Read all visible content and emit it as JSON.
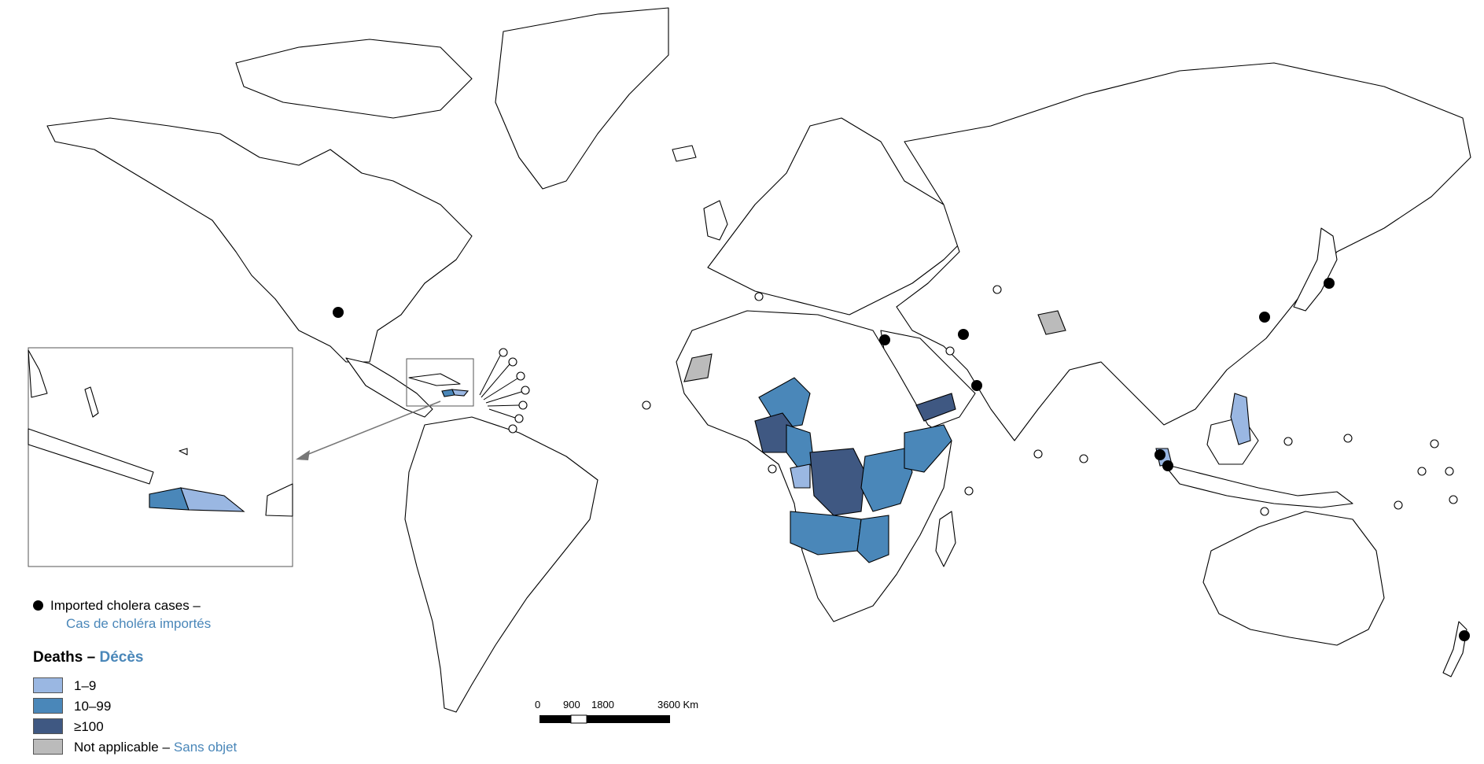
{
  "legend": {
    "imported_cases": "Imported cholera cases –",
    "imported_cases_fr": "Cas de choléra importés",
    "deaths_title": "Deaths –",
    "deaths_title_fr": "Décès",
    "classes": [
      {
        "label": "1–9",
        "label_fr": "",
        "color": "#9ab7e2"
      },
      {
        "label": "10–99",
        "label_fr": "",
        "color": "#4a87b9"
      },
      {
        "label": "≥100",
        "label_fr": "",
        "color": "#3f5882"
      },
      {
        "label": "Not applicable –",
        "label_fr": "Sans objet",
        "color": "#bbbbbb"
      }
    ]
  },
  "scale_bar": {
    "ticks": [
      "0",
      "900",
      "1800",
      "3600 Km"
    ]
  },
  "colors": {
    "deaths_1_9": "#9ab7e2",
    "deaths_10_99": "#4a87b9",
    "deaths_100_plus": "#3f5882",
    "not_applicable": "#bbbbbb",
    "imported_marker": "#000000"
  },
  "icons": {
    "imported_marker": "black-circle-icon",
    "small_territory_marker": "open-circle-icon"
  }
}
